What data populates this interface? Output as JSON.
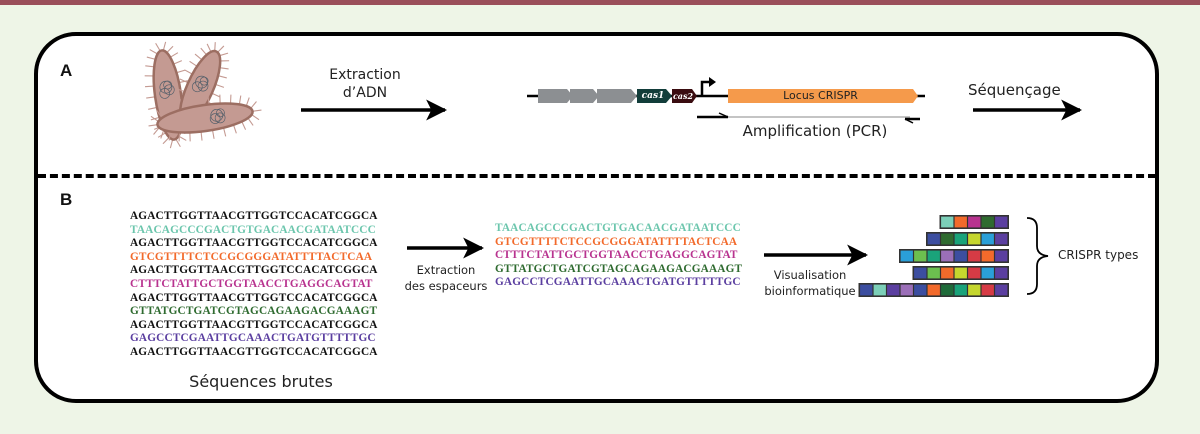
{
  "panels": {
    "a": {
      "label": "A",
      "steps": {
        "dna_extraction": [
          "Extraction",
          "d’ADN"
        ],
        "amplification": "Amplification (PCR)",
        "sequencing": "Séquençage"
      },
      "genes": {
        "cas1": "cas1",
        "cas2": "cas2",
        "locus": "Locus CRISPR"
      }
    },
    "b": {
      "label": "B",
      "raw_sequences_caption": "Séquences brutes",
      "spacer_extraction": [
        "Extraction",
        "des espaceurs"
      ],
      "bioinformatic_visualisation": [
        "Visualisation",
        "bioinformatique"
      ],
      "crispr_types_label": "CRISPR types",
      "raw_sequences": [
        {
          "text": "AGACTTGGTTAACGTTGGTCCACATCGGCA",
          "role": "repeat"
        },
        {
          "text": "TAACAGCCCGACTGTGACAACGATAATCCC",
          "role": "spacer",
          "color": "#6cc6ad"
        },
        {
          "text": "AGACTTGGTTAACGTTGGTCCACATCGGCA",
          "role": "repeat"
        },
        {
          "text": "GTCGTTTTCTCCGCGGGATATTTTACTCAA",
          "role": "spacer",
          "color": "#f26a2b"
        },
        {
          "text": "AGACTTGGTTAACGTTGGTCCACATCGGCA",
          "role": "repeat"
        },
        {
          "text": "CTTTCTATTGCTGGTAACCTGAGGCAGTAT",
          "role": "spacer",
          "color": "#b8338f"
        },
        {
          "text": "AGACTTGGTTAACGTTGGTCCACATCGGCA",
          "role": "repeat"
        },
        {
          "text": "GTTATGCTGATCGTAGCAGAAGACGAAAGT",
          "role": "spacer",
          "color": "#2f6b30"
        },
        {
          "text": "AGACTTGGTTAACGTTGGTCCACATCGGCA",
          "role": "repeat"
        },
        {
          "text": "GAGCCTCGAATTGCAAACTGATGTTTTTGC",
          "role": "spacer",
          "color": "#5b3fa0"
        },
        {
          "text": "AGACTTGGTTAACGTTGGTCCACATCGGCA",
          "role": "repeat"
        }
      ],
      "spacers": [
        {
          "text": "TAACAGCCCGACTGTGACAACGATAATCCC",
          "color": "#6cc6ad"
        },
        {
          "text": "GTCGTTTTCTCCGCGGGATATTTTACTCAA",
          "color": "#f26a2b"
        },
        {
          "text": "CTTTCTATTGCTGGTAACCTGAGGCAGTAT",
          "color": "#b8338f"
        },
        {
          "text": "GTTATGCTGATCGTAGCAGAAGACGAAAGT",
          "color": "#2f6b30"
        },
        {
          "text": "GAGCCTCGAATTGCAAACTGATGTTTTTGC",
          "color": "#5b3fa0"
        }
      ],
      "crispr_arrays": [
        [
          "#7ccfb8",
          "#f26a2b",
          "#b8338f",
          "#2f6b30",
          "#5b3fa0"
        ],
        [
          "#3c4ea0",
          "#2f6b30",
          "#1aa37a",
          "#c5d62e",
          "#2a9fd8",
          "#5b3fa0"
        ],
        [
          "#2a9fd8",
          "#6cbf4f",
          "#1aa37a",
          "#9b6fb8",
          "#3c4ea0",
          "#d63b45",
          "#f26a2b",
          "#5b3fa0"
        ],
        [
          "#3c4ea0",
          "#6cbf4f",
          "#f26a2b",
          "#c5d62e",
          "#d63b45",
          "#2a9fd8",
          "#5b3fa0"
        ],
        [
          "#3c4ea0",
          "#7ccfb8",
          "#5b3fa0",
          "#9b6fb8",
          "#3c4ea0",
          "#f26a2b",
          "#1f6b3a",
          "#1aa37a",
          "#c5d62e",
          "#d63b45",
          "#5b3fa0"
        ]
      ]
    }
  },
  "colors": {
    "cell_fill": "#c49a92",
    "cell_stroke": "#9c6e62",
    "gene_gray": "#8c8f92",
    "cas1": "#123d3a",
    "cas2": "#3a0c10",
    "locus": "#f59a4b",
    "frame_bg": "#eef5e7",
    "top_bar": "#9a4f5a"
  }
}
